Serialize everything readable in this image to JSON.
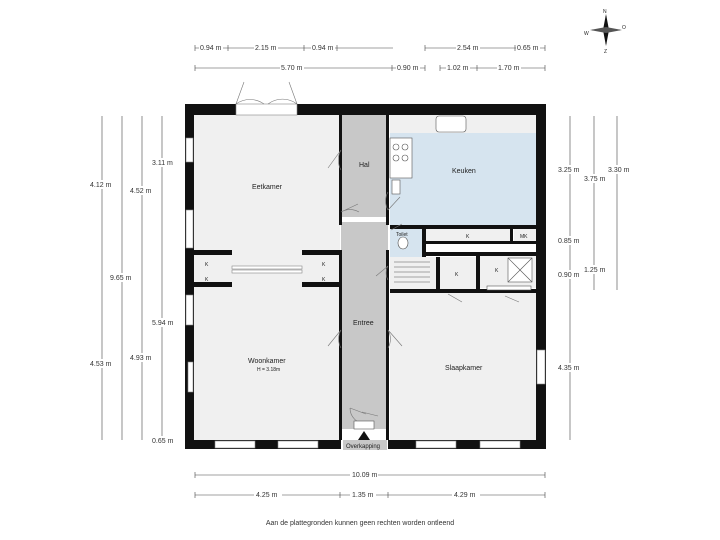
{
  "compass": {
    "n": "N",
    "e": "O",
    "s": "Z",
    "w": "W"
  },
  "rooms": {
    "eetkamer": "Eetkamer",
    "hal": "Hal",
    "keuken": "Keuken",
    "toilet": "Toilet",
    "entree": "Entree",
    "woonkamer": "Woonkamer",
    "woonkamer_height": "H = 3.18m",
    "slaapkamer": "Slaapkamer",
    "overkapping": "Overkapping",
    "k": "K",
    "mk": "MK"
  },
  "dims_top": {
    "a1": "0.94 m",
    "a2": "2.15 m",
    "a3": "0.94 m",
    "a4": "2.54 m",
    "a5": "0.65 m",
    "b1": "5.70 m",
    "b2": "0.90 m",
    "b3": "1.02 m",
    "b4": "1.70 m"
  },
  "dims_left": {
    "l1": "4.12 m",
    "l2": "4.52 m",
    "l3": "3.11 m",
    "l4": "9.65 m",
    "l5": "5.94 m",
    "l6": "4.53 m",
    "l7": "4.93 m",
    "l8": "0.65 m"
  },
  "dims_right": {
    "r1": "3.25 m",
    "r2": "3.75 m",
    "r3": "3.30 m",
    "r4": "0.85 m",
    "r5": "1.25 m",
    "r6": "0.90 m",
    "r7": "4.35 m"
  },
  "dims_bottom": {
    "total": "10.09 m",
    "c1": "4.25 m",
    "c2": "1.35 m",
    "c3": "4.29 m"
  },
  "footer": "Aan de plattegronden kunnen geen rechten worden ontleend"
}
